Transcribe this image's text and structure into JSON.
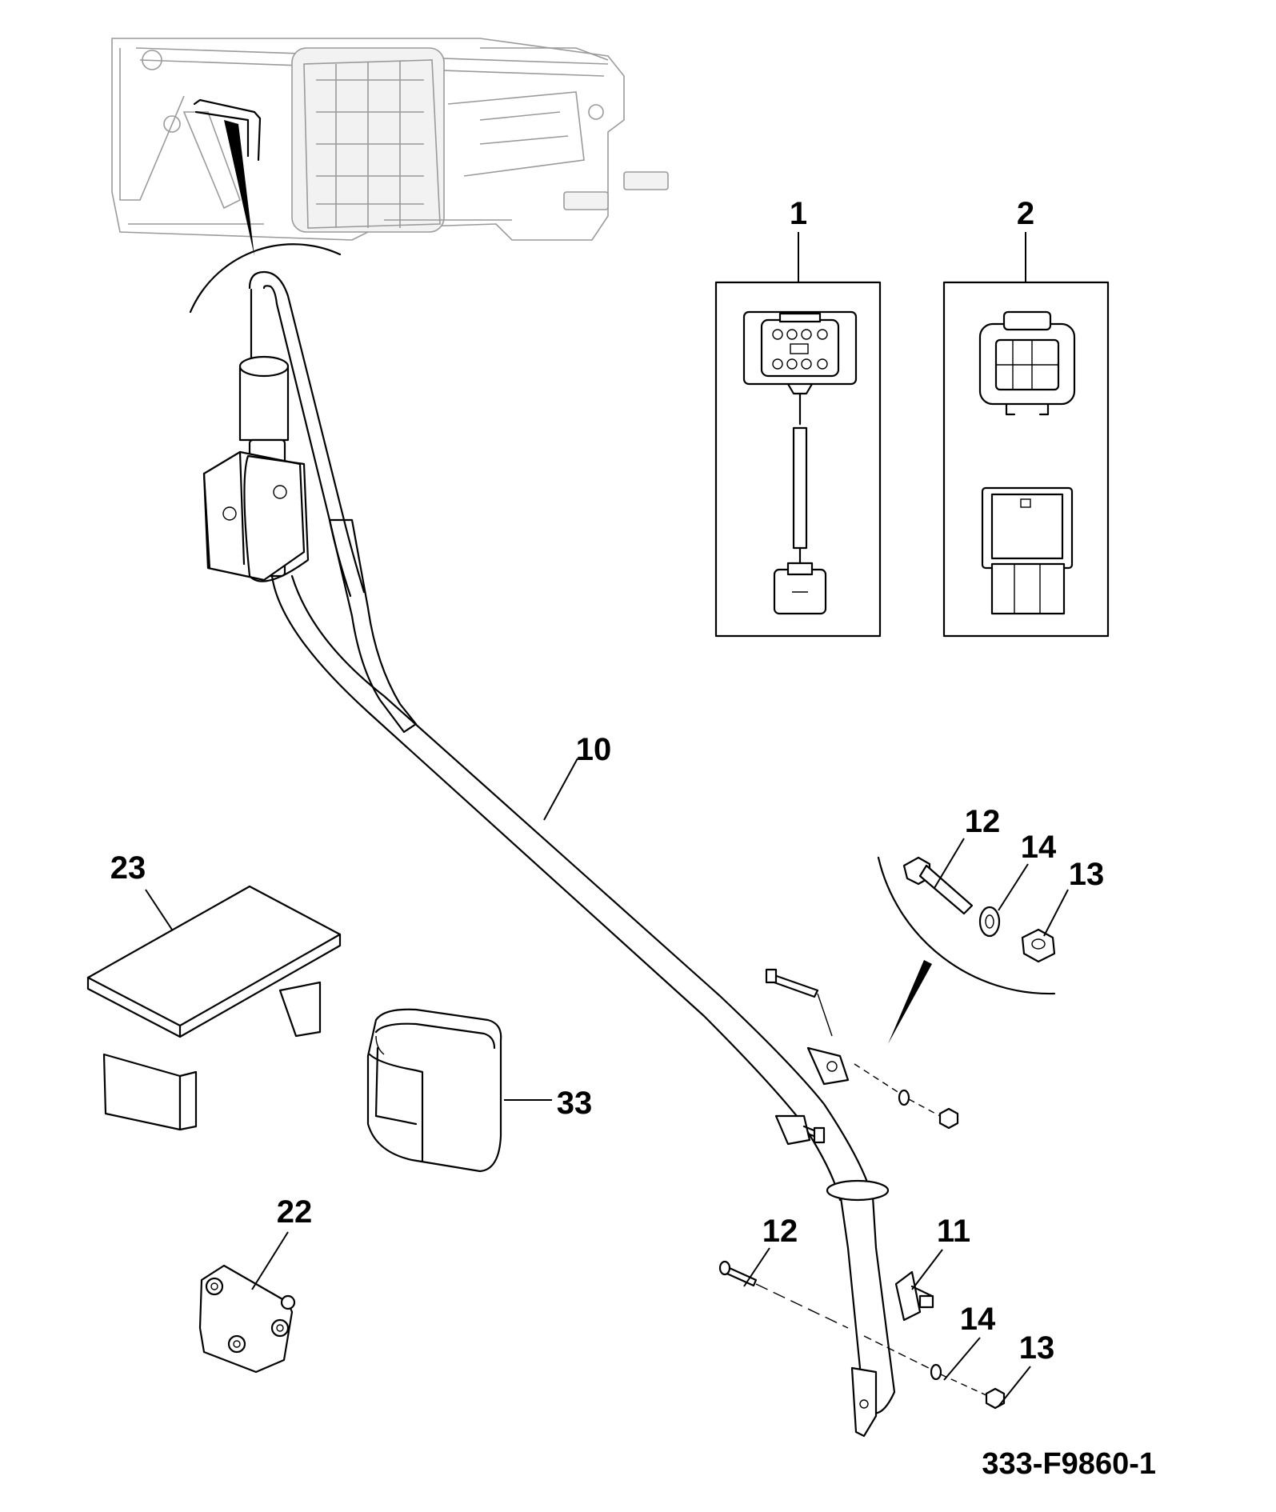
{
  "figure_id": "333-F9860-1",
  "callouts": {
    "c1": "1",
    "c2": "2",
    "c10": "10",
    "c11": "11",
    "c12a": "12",
    "c12b": "12",
    "c13a": "13",
    "c13b": "13",
    "c14a": "14",
    "c14b": "14",
    "c22": "22",
    "c23": "23",
    "c33": "33"
  }
}
